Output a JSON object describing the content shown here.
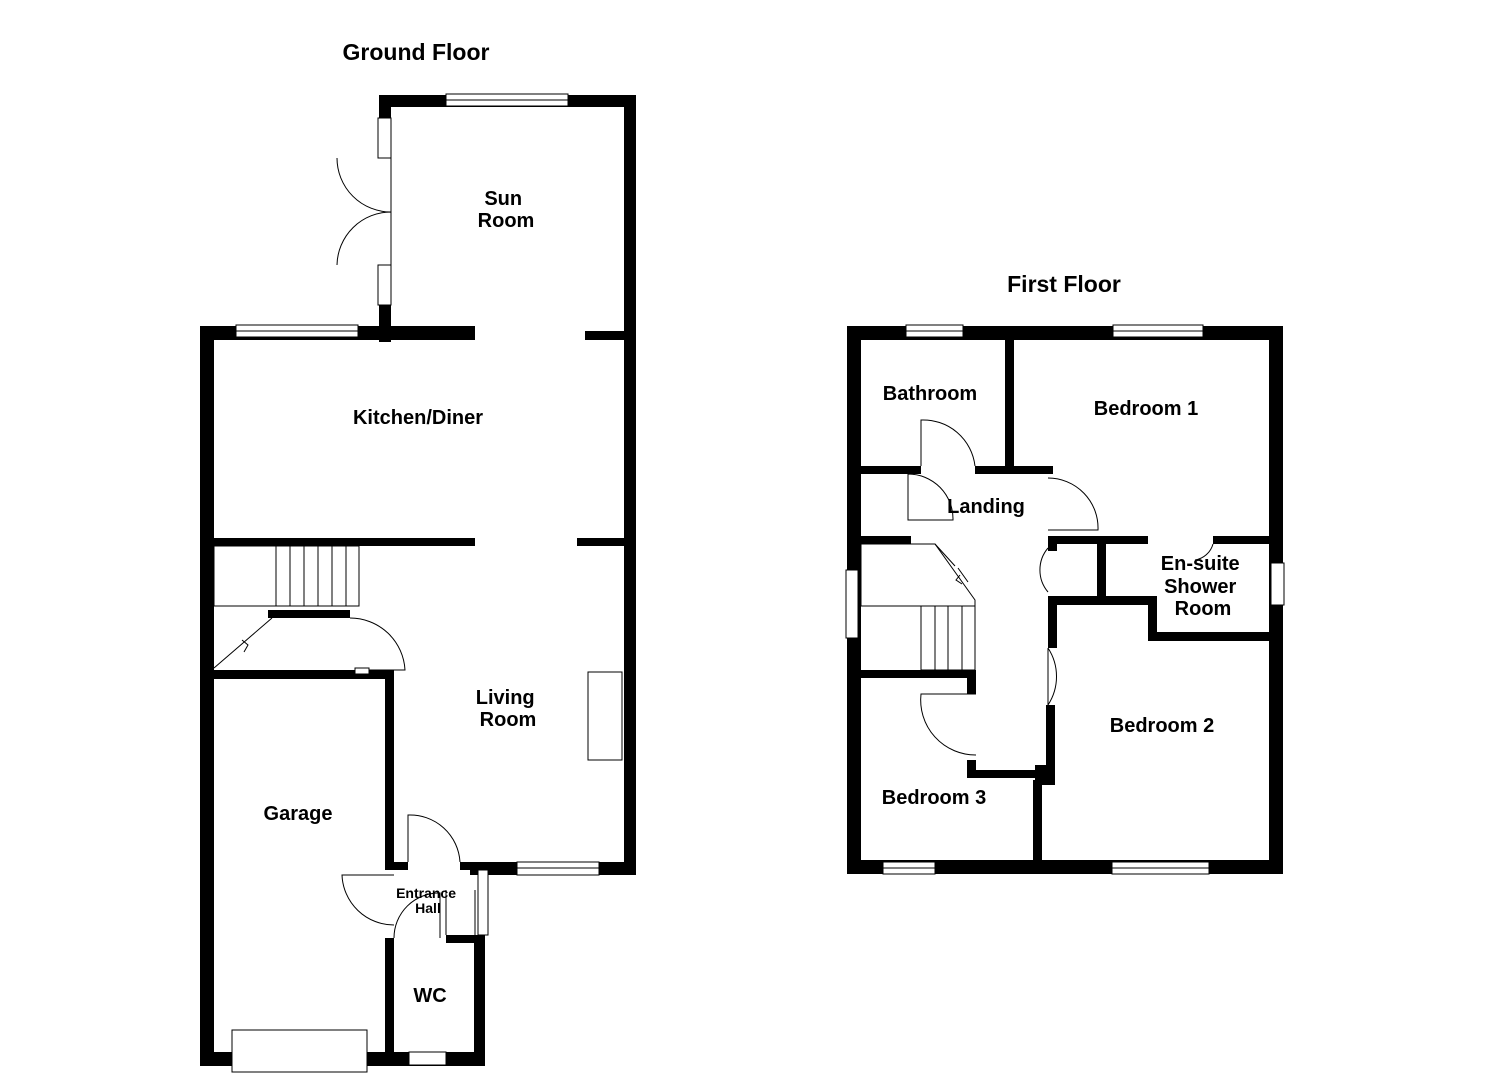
{
  "ground_floor": {
    "title": "Ground Floor",
    "rooms": {
      "sun_room": [
        "Sun",
        "Room"
      ],
      "kitchen_diner": "Kitchen/Diner",
      "living_room": [
        "Living",
        "Room"
      ],
      "garage": "Garage",
      "entrance_hall": [
        "Entrance",
        "Hall"
      ],
      "wc": "WC"
    }
  },
  "first_floor": {
    "title": "First Floor",
    "rooms": {
      "bathroom": "Bathroom",
      "bedroom_1": "Bedroom 1",
      "landing": "Landing",
      "ensuite": [
        "En-suite",
        "Shower",
        "Room"
      ],
      "bedroom_2": "Bedroom 2",
      "bedroom_3": "Bedroom 3"
    }
  }
}
